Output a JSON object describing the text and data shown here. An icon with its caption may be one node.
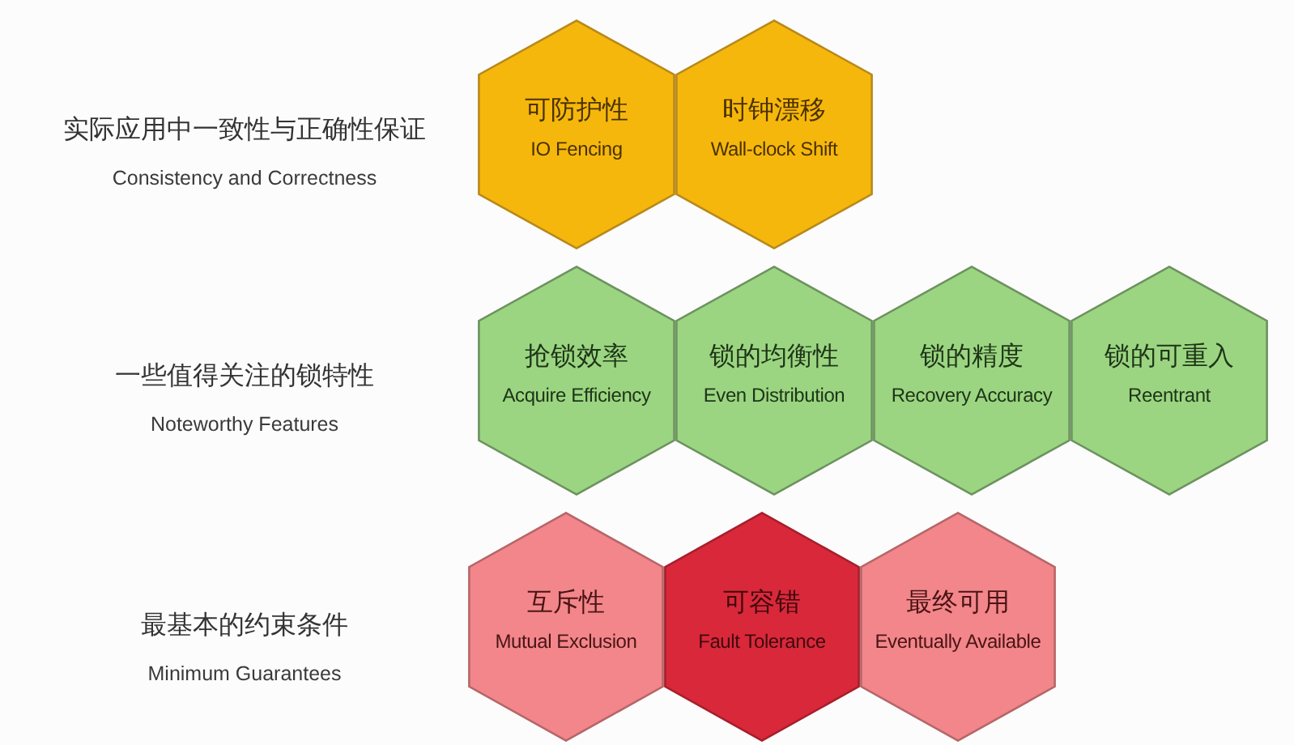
{
  "diagram": {
    "nodes": [
      {
        "text": [
          "可防护性",
          "IO Fencing"
        ]
      },
      {
        "text": [
          "时钟漂移",
          "Wall-clock Shift"
        ]
      },
      {
        "text": [
          "抢锁效率",
          "Acquire Efficiency"
        ]
      },
      {
        "text": [
          "锁的均衡性",
          "Even Distribution"
        ]
      },
      {
        "text": [
          "锁的精度",
          "Recovery Accuracy"
        ]
      },
      {
        "text": [
          "锁的可重入",
          "Reentrant"
        ]
      },
      {
        "text": [
          "互斥性",
          "Mutual Exclusion"
        ]
      },
      {
        "text": [
          "可容错",
          "Fault Tolerance"
        ]
      },
      {
        "text": [
          "最终可用",
          "Eventually Available"
        ]
      }
    ],
    "labels": [
      "实际应用中一致性与正确性保证",
      "Consistency and Correctness",
      "一些值得关注的锁特性",
      "Noteworthy Features",
      "最基本的约束条件",
      "Minimum Guarantees"
    ]
  }
}
